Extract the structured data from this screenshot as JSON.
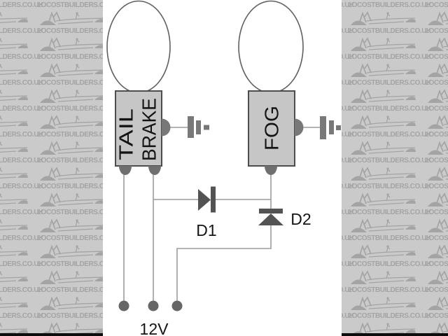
{
  "watermark": {
    "text": "LOCOSTBUILDERS.CO.UK",
    "background": "#cacaca",
    "foreground": "#a4a4a4",
    "rows": 14,
    "tiles_per_row": 3
  },
  "diagram": {
    "bulb_left": {
      "label_left": "TAIL",
      "label_right": "BRAKE",
      "terminals": 2
    },
    "bulb_right": {
      "label": "FOG",
      "terminals": 1
    },
    "diode1_label": "D1",
    "diode2_label": "D2",
    "supply_label": "12V",
    "colors": {
      "bulb_base_fill": "#c6c6c6",
      "bulb_base_border": "#4d4d4d",
      "metal_contact": "#787878",
      "wire": "#9c9c9c",
      "diode": "#535353",
      "terminal_dot": "#666666"
    }
  }
}
